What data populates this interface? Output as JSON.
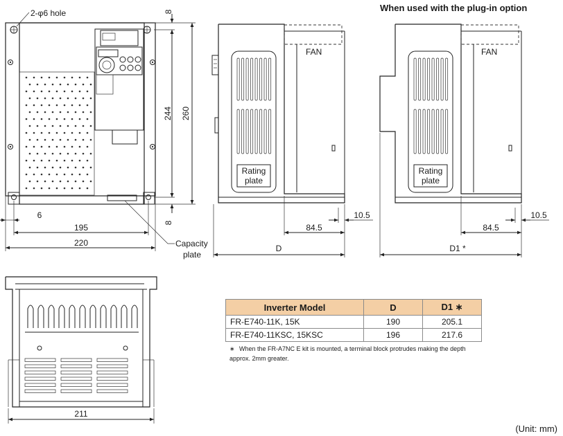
{
  "labels": {
    "hole": "2-φ6 hole",
    "plug_in_title": "When used with the plug-in option",
    "fan": "FAN",
    "rating_plate_line1": "Rating",
    "rating_plate_line2": "plate",
    "capacity_plate_line1": "Capacity",
    "capacity_plate_line2": "plate",
    "unit": "(Unit: mm)"
  },
  "dimensions": {
    "top_margin": "8",
    "bottom_margin": "8",
    "inner_height": "244",
    "total_height": "260",
    "edge_offset": "6",
    "hole_pitch": "195",
    "total_width": "220",
    "depth": "D",
    "depth_option": "D1 *",
    "back_offset": "84.5",
    "back_step": "10.5",
    "bottom_width": "211"
  },
  "table": {
    "headers": [
      "Inverter Model",
      "D",
      "D1 ∗"
    ],
    "rows": [
      [
        "FR-E740-11K, 15K",
        "190",
        "205.1"
      ],
      [
        "FR-E740-11KSC, 15KSC",
        "196",
        "217.6"
      ]
    ]
  },
  "footnote": {
    "mark": "∗",
    "text": "When the FR-A7NC E kit is mounted, a terminal block protrudes making the depth approx. 2mm greater."
  }
}
